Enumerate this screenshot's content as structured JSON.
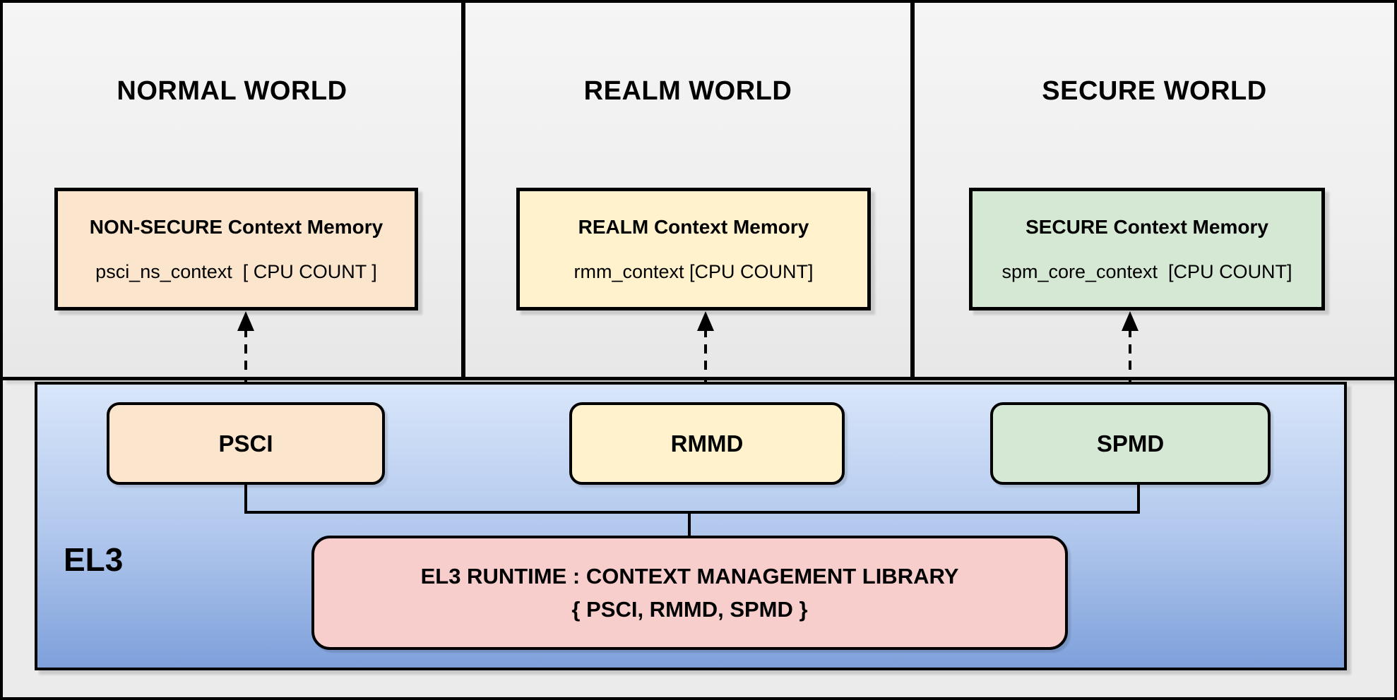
{
  "colors": {
    "canvas_bg": "#EBEBEB",
    "section_bg_top": "#F5F5F5",
    "section_bg_bottom": "#E7E7E7",
    "border": "#000000",
    "peach": "#FCE5CD",
    "yellow": "#FFF2CC",
    "green": "#D5E8D4",
    "pink": "#F8CECC",
    "el3_gradient_top": "#D9E6FA",
    "el3_gradient_bottom": "#7EA0DB"
  },
  "worlds": [
    {
      "title": "NORMAL WORLD",
      "memory": {
        "title": "NON-SECURE Context Memory",
        "body": "psci_ns_context  [ CPU COUNT ]",
        "fill": "#FCE5CD"
      }
    },
    {
      "title": "REALM WORLD",
      "memory": {
        "title": "REALM Context Memory",
        "body": "rmm_context [CPU COUNT]",
        "fill": "#FFF2CC"
      }
    },
    {
      "title": "SECURE WORLD",
      "memory": {
        "title": "SECURE Context Memory",
        "body": "spm_core_context  [CPU COUNT]",
        "fill": "#D5E8D4"
      }
    }
  ],
  "el3": {
    "label": "EL3",
    "modules": [
      {
        "label": "PSCI",
        "fill": "#FCE5CD"
      },
      {
        "label": "RMMD",
        "fill": "#FFF2CC"
      },
      {
        "label": "SPMD",
        "fill": "#D5E8D4"
      }
    ],
    "runtime": {
      "line1": "EL3 RUNTIME : CONTEXT MANAGEMENT LIBRARY",
      "line2": "{ PSCI, RMMD, SPMD }",
      "fill": "#F8CECC"
    }
  }
}
